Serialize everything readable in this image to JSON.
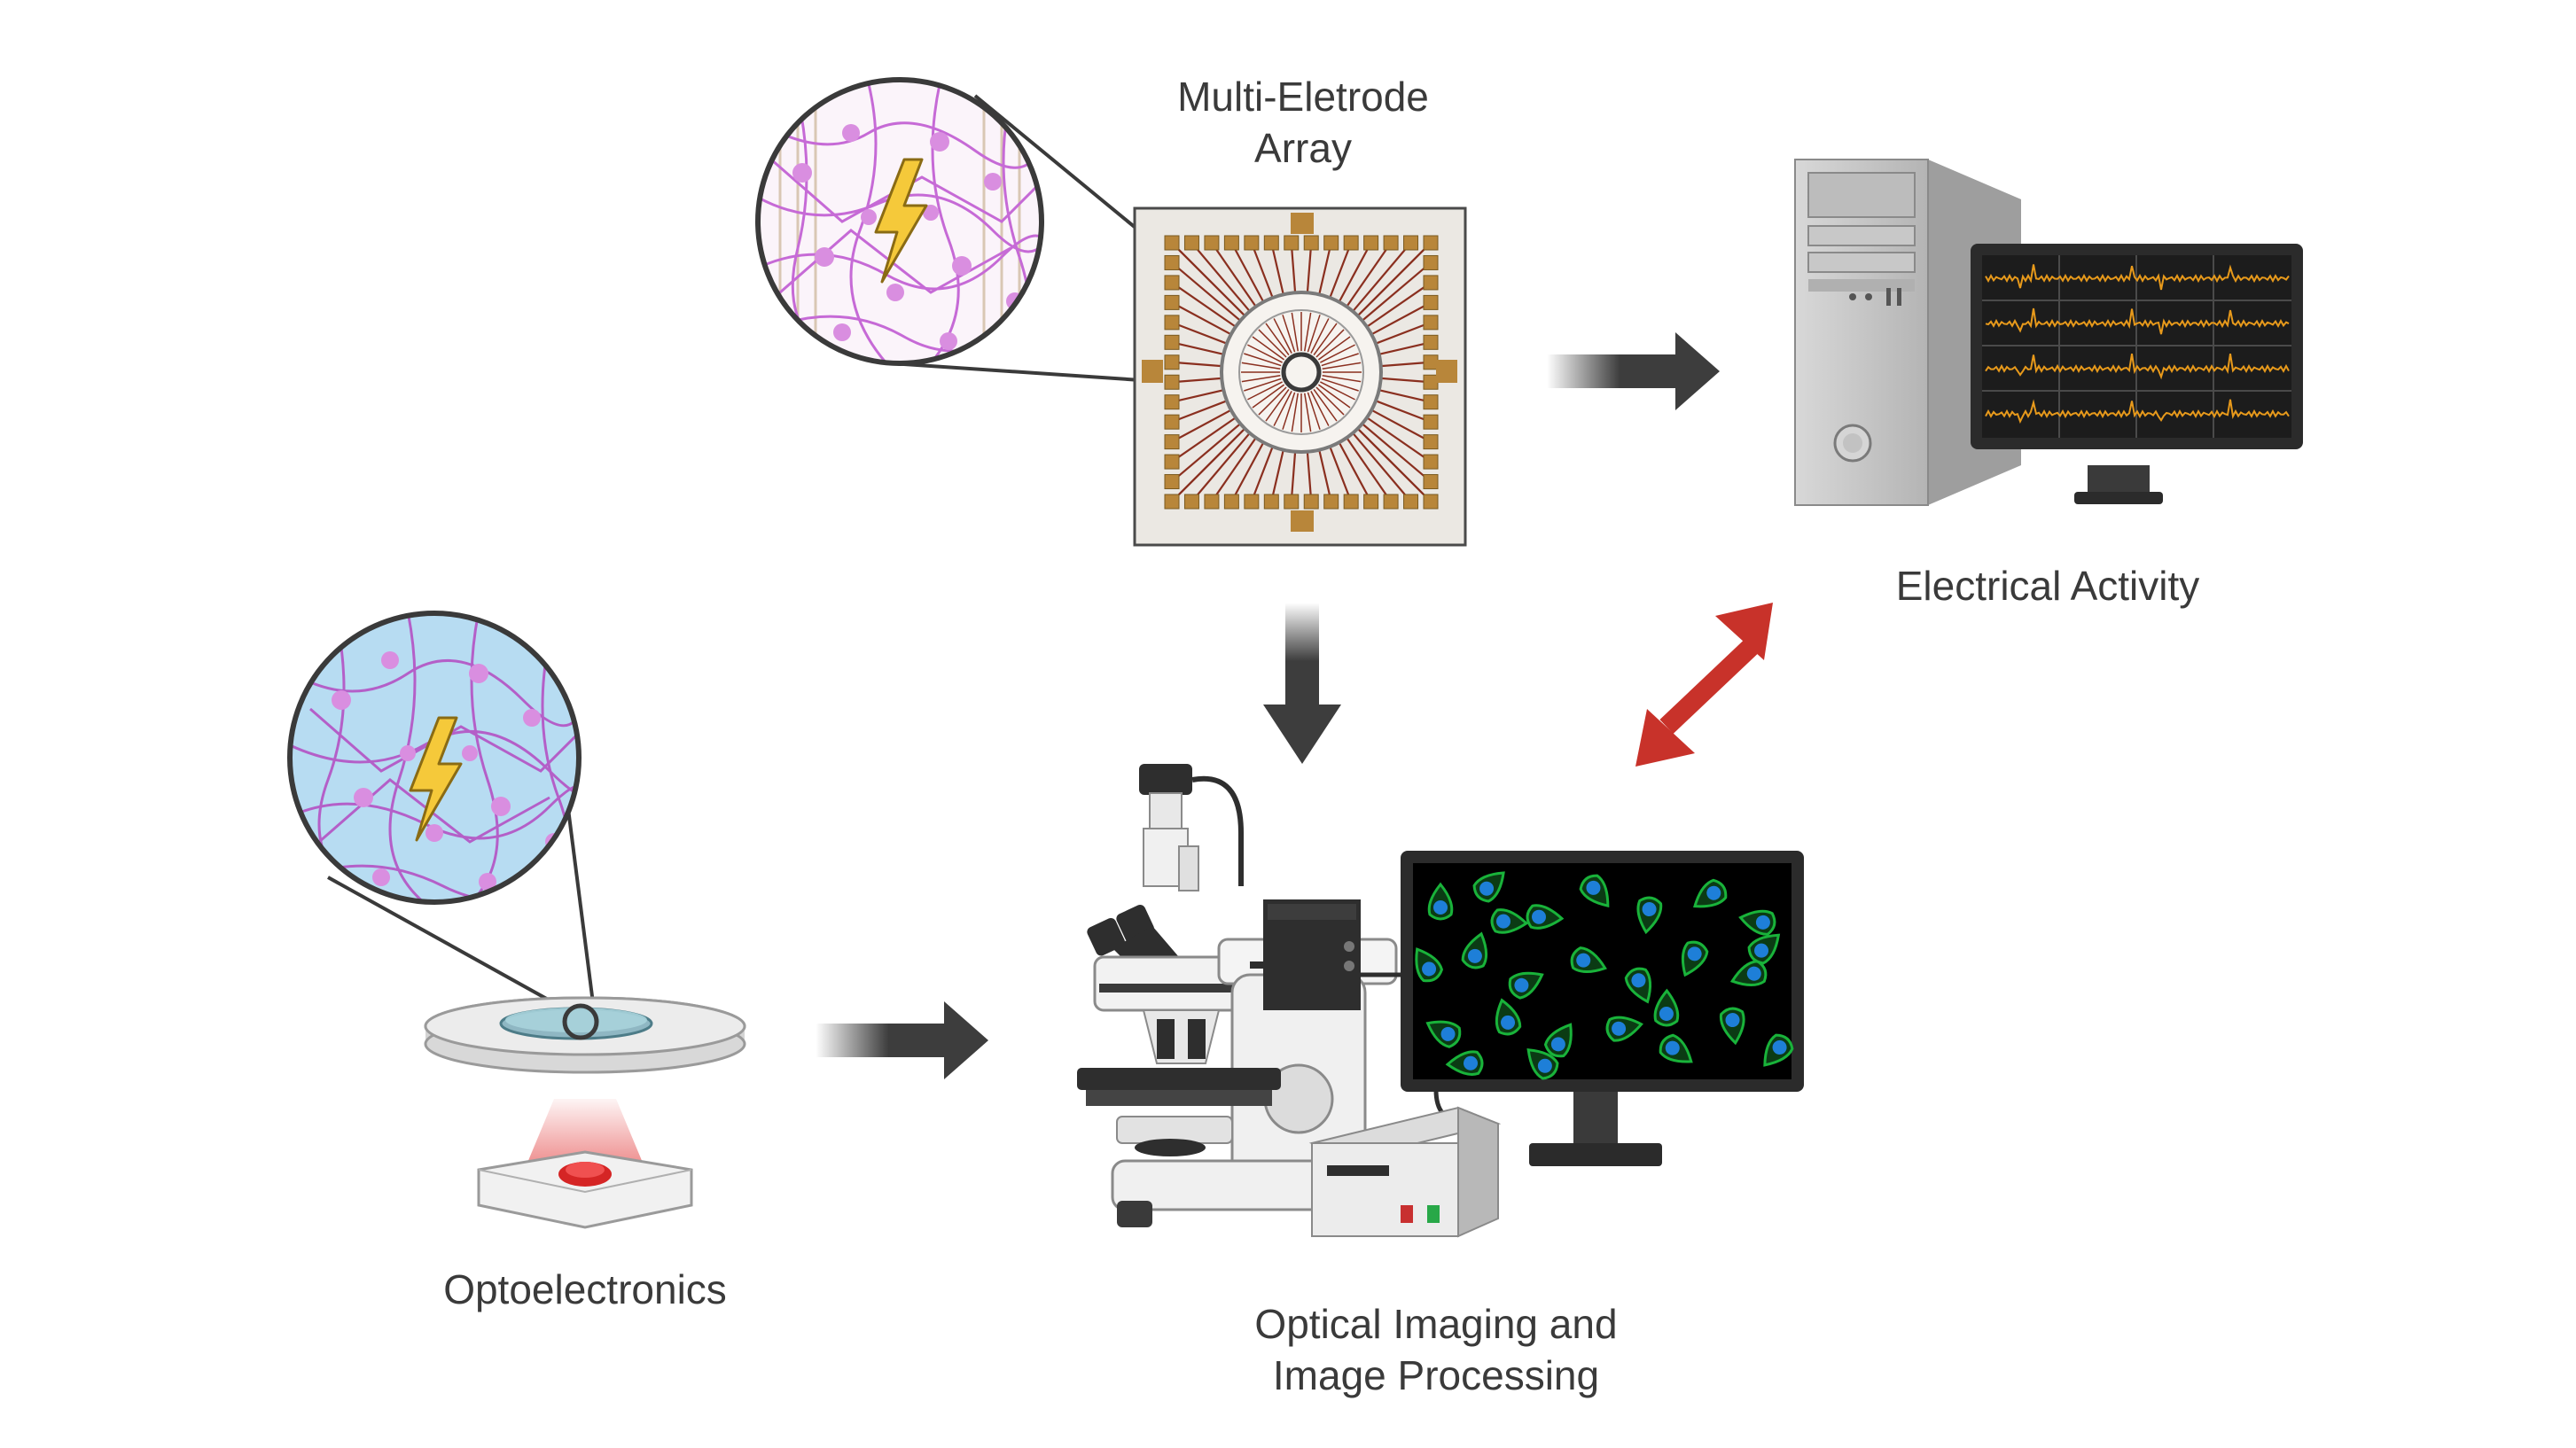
{
  "labels": {
    "mea_line1": "Multi-Eletrode",
    "mea_line2": "Array",
    "electrical_activity": "Electrical Activity",
    "optoelectronics": "Optoelectronics",
    "optical_line1": "Optical Imaging and",
    "optical_line2": "Image Processing"
  },
  "colors": {
    "neuron": "#c66ad6",
    "neuron_cell": "#d98ee0",
    "lightning": "#f5c93a",
    "pad": "#b8863a",
    "trace": "#8a2f1f",
    "monitor": "#2b2b2b",
    "waveform": "#e89a1b",
    "fluor_cell": "#19b33a",
    "fluor_nucleus": "#1e7fd8",
    "red_arrow": "#c8322a",
    "gray_arrow": "#3d3d3d",
    "laser": "#e03030"
  },
  "icons": [
    "magnifier-circle-icon",
    "lightning-icon",
    "mea-chip-icon",
    "computer-tower-icon",
    "monitor-icon",
    "microscope-icon",
    "light-source-box-icon",
    "petri-dish-icon",
    "laser-stage-icon"
  ]
}
